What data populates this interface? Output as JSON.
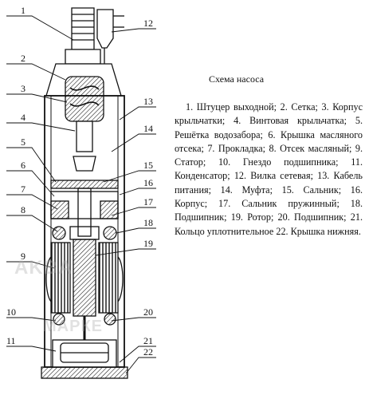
{
  "title": "Схема насоса",
  "legend_text": "1. Штуцер выходной; 2. Сетка; 3. Корпус крыльчатки; 4. Винтовая крыльчатка; 5. Решётка водозабора; 6. Крышка масляного отсека; 7. Прокладка; 8. Отсек масляный; 9. Статор; 10. Гнездо подшипника; 11. Конденсатор; 12. Вилка сетевая; 13. Кабель питания; 14. Муфта; 15. Сальник; 16. Корпус; 17. Сальник пружинный; 18. Подшипник; 19. Ротор; 20. Подшипник; 21. Кольцо уплотнительное 22. Крышка нижняя.",
  "callouts_left": [
    "1",
    "2",
    "3",
    "4",
    "5",
    "6",
    "7",
    "8",
    "9",
    "10",
    "11"
  ],
  "callouts_right": [
    "12",
    "13",
    "14",
    "15",
    "16",
    "17",
    "18",
    "19",
    "20",
    "21",
    "22"
  ],
  "watermark": [
    "AKBA",
    "МАРКЕ"
  ]
}
